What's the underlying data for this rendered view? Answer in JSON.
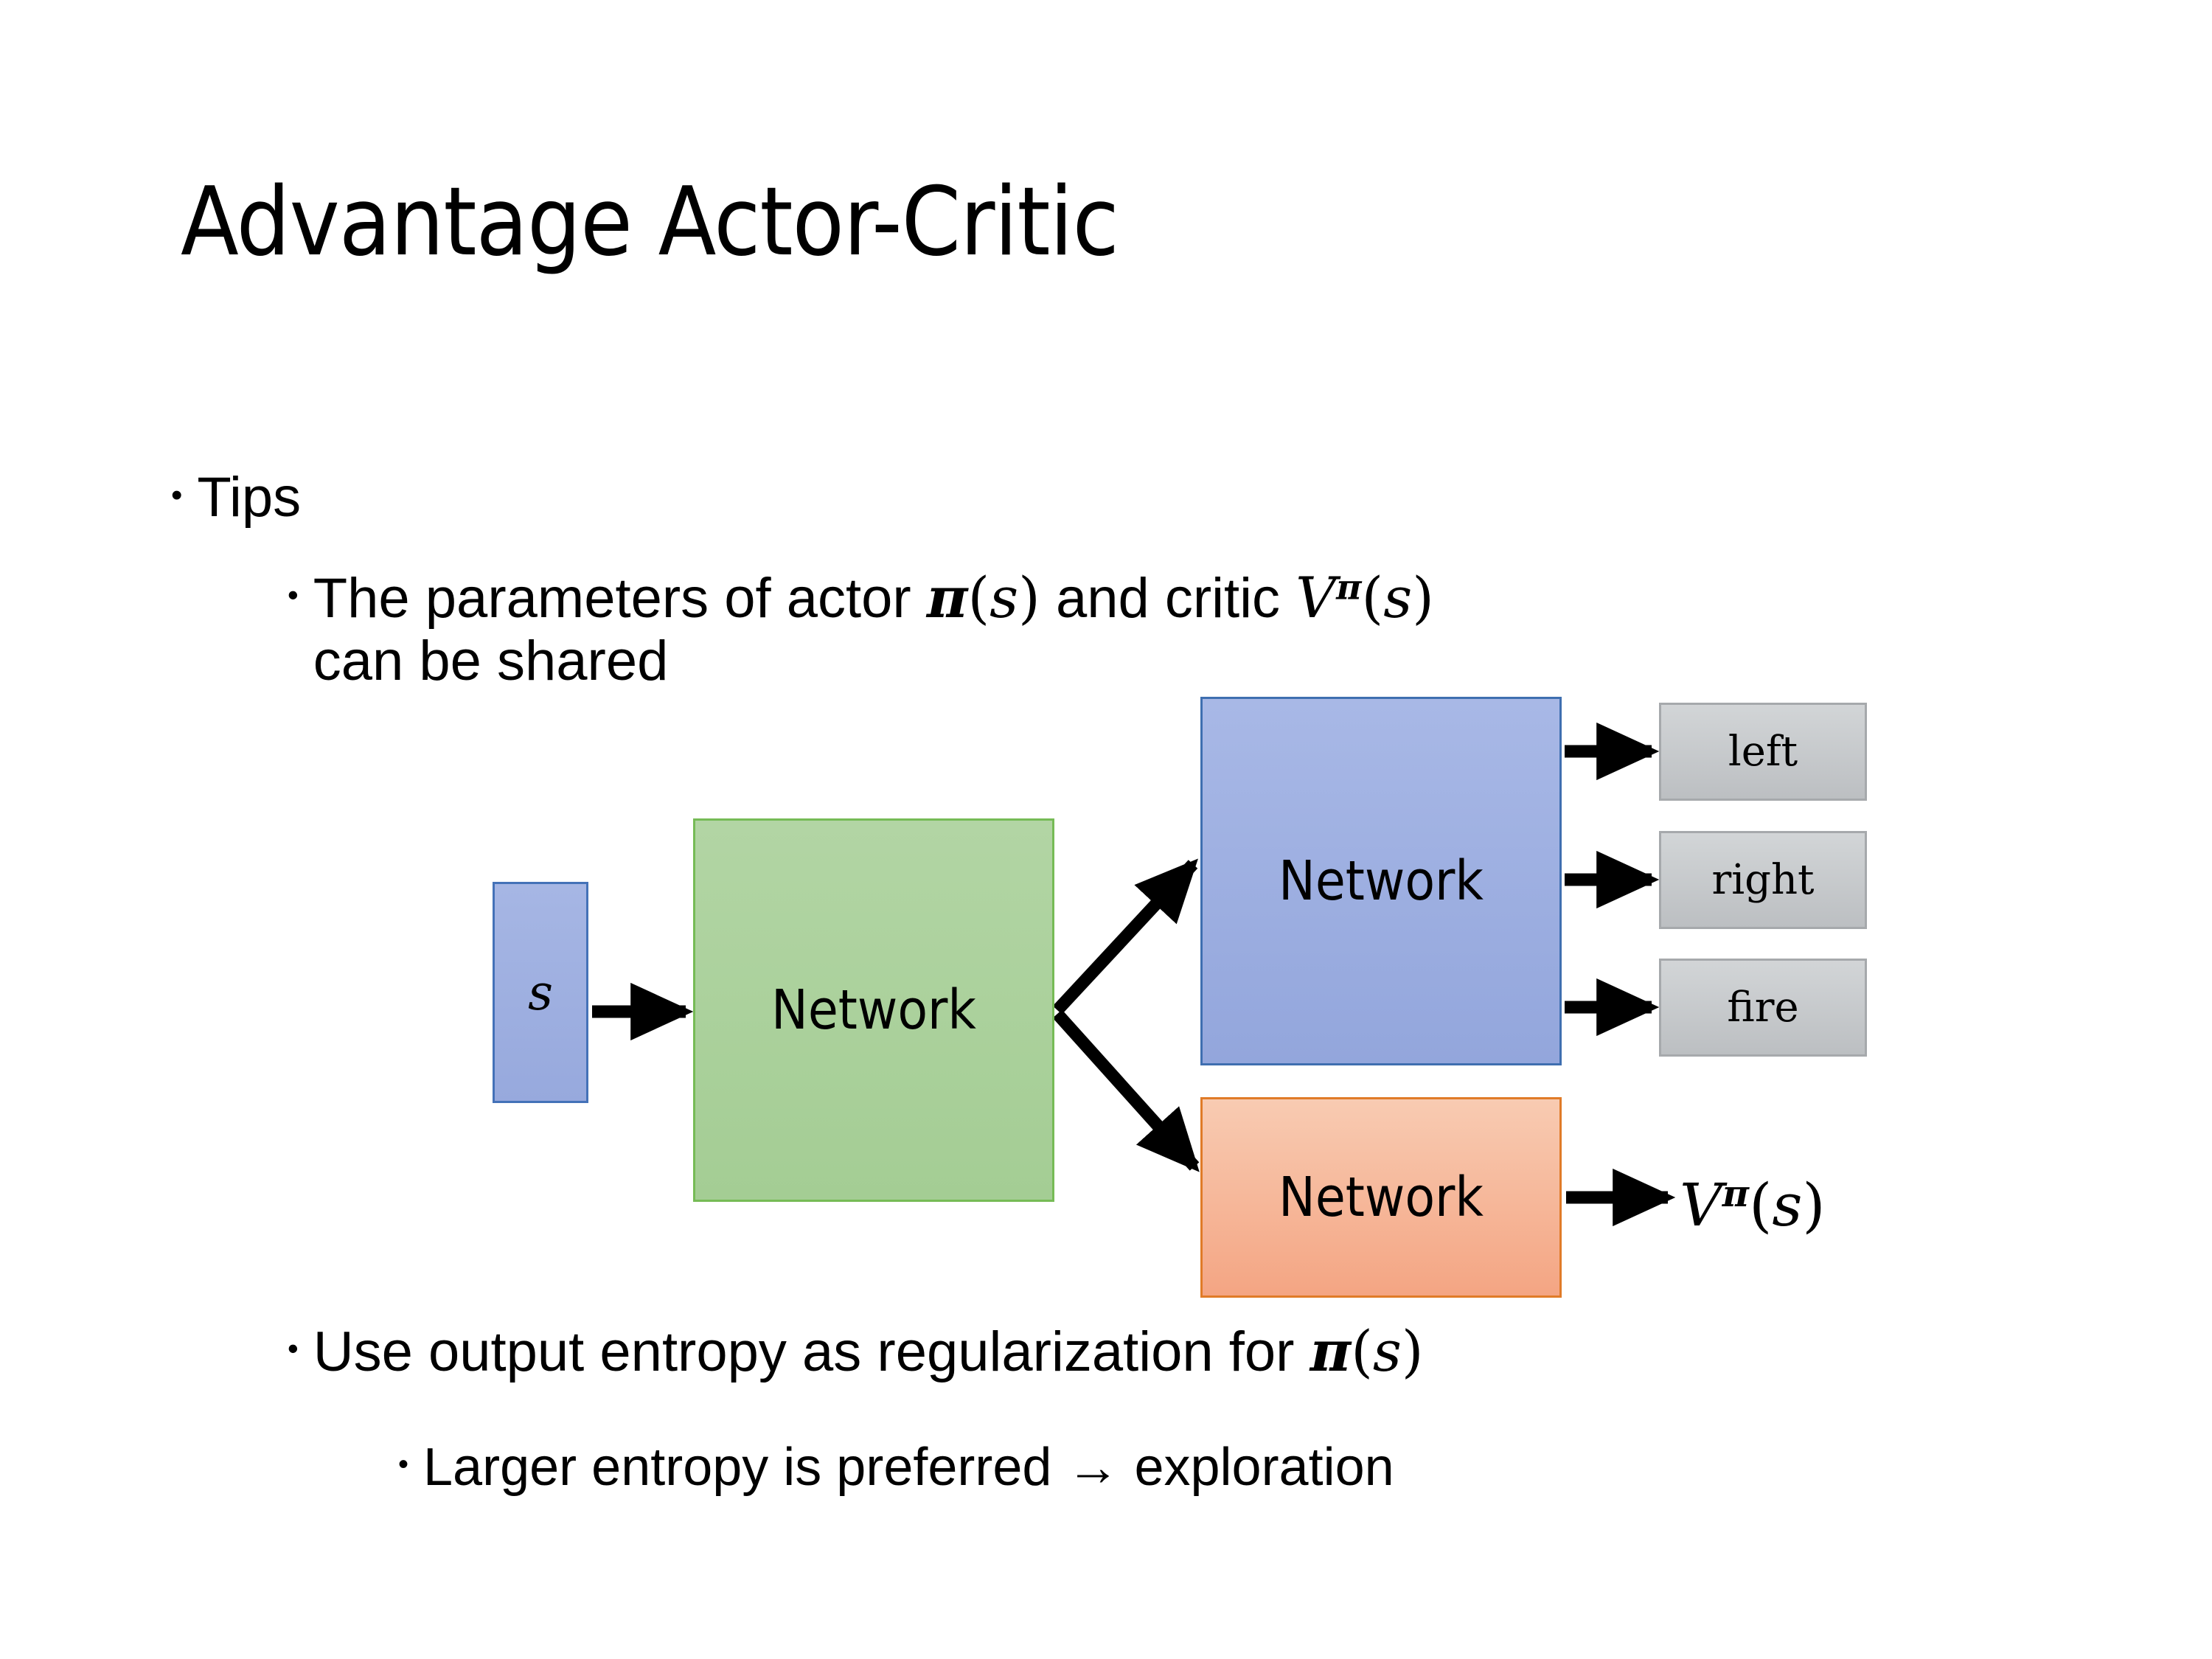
{
  "slide": {
    "title": "Advantage Actor-Critic"
  },
  "bullets": {
    "tips": {
      "marker": "•",
      "text": "Tips"
    },
    "parameters": {
      "marker": "•",
      "line1_prefix": "The parameters of actor ",
      "math_actor": {
        "fn": "π",
        "open": "(",
        "arg": "s",
        "close": ")"
      },
      "line1_middle": "  and critic ",
      "math_critic": {
        "fn": "V",
        "sup": "π",
        "open": "(",
        "arg": "s",
        "close": ")"
      },
      "line2": "can be shared"
    },
    "entropy": {
      "marker": "•",
      "text_prefix": "Use output entropy as regularization for ",
      "math_actor": {
        "fn": "π",
        "open": "(",
        "arg": "s",
        "close": ")"
      }
    },
    "larger_entropy": {
      "marker": "•",
      "text": "Larger entropy is preferred → exploration"
    }
  },
  "diagram": {
    "state_box": {
      "label": "s"
    },
    "shared_network": {
      "label": "Network"
    },
    "actor_network": {
      "label": "Network"
    },
    "critic_network": {
      "label": "Network"
    },
    "actions": [
      {
        "label": "left"
      },
      {
        "label": "right"
      },
      {
        "label": "fire"
      }
    ],
    "critic_output": {
      "fn": "V",
      "sup": "π",
      "open": "(",
      "arg": "s",
      "close": ")"
    },
    "colors": {
      "state_fill": "#9aabdf",
      "state_border": "#4472b8",
      "shared_fill": "#a8cf9a",
      "shared_border": "#76bb56",
      "actor_fill": "#99aade",
      "actor_border": "#3f6fb0",
      "critic_fill": "#f5a983",
      "critic_border": "#e07b28",
      "action_fill": "#c6c9cc",
      "action_border": "#a6a9ac",
      "arrow": "#000000",
      "background": "#ffffff",
      "text": "#000000"
    }
  }
}
